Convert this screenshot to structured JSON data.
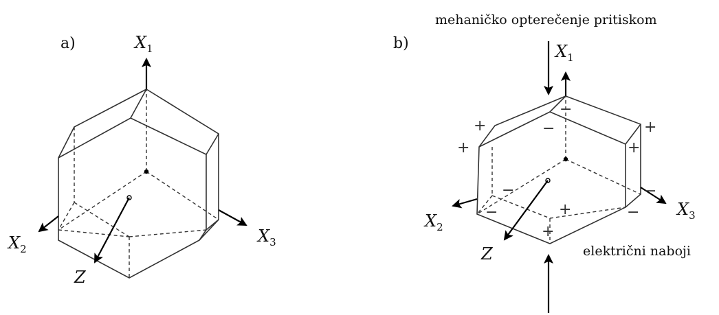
{
  "figure": {
    "panel_a": {
      "label": "a)",
      "axes": {
        "x1": "X",
        "x1_sub": "1",
        "x2": "X",
        "x2_sub": "2",
        "x3": "X",
        "x3_sub": "3",
        "z": "Z"
      }
    },
    "panel_b": {
      "label": "b)",
      "axes": {
        "x1": "X",
        "x1_sub": "1",
        "x2": "X",
        "x2_sub": "2",
        "x3": "X",
        "x3_sub": "3",
        "z": "Z"
      },
      "load_label": "mehaničko opterečenje pritiskom",
      "charges_label": "električni naboji",
      "signs": {
        "plus": "+",
        "minus": "−"
      }
    }
  }
}
